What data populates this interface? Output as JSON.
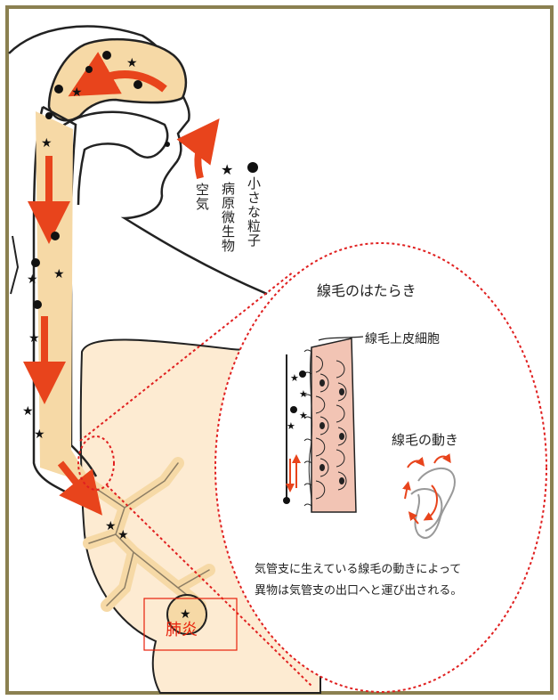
{
  "legend": {
    "small_particles": "小さな粒子",
    "pathogens": "病原微生物",
    "air": "空気"
  },
  "cilia_panel": {
    "title": "線毛のはたらき",
    "cell_label": "線毛上皮細胞",
    "movement_label": "線毛の動き",
    "caption_line1": "気管支に生えている線毛の動きによって",
    "caption_line2": "異物は気管支の出口へと運び出される。"
  },
  "pneumonia_label": "肺炎",
  "colors": {
    "frame": "#8b8050",
    "airway_fill": "#f6d9a6",
    "lung_fill": "#fdebd2",
    "arrow": "#e8441c",
    "dashed": "#e02020",
    "cell_fill": "#f2c4b4"
  }
}
